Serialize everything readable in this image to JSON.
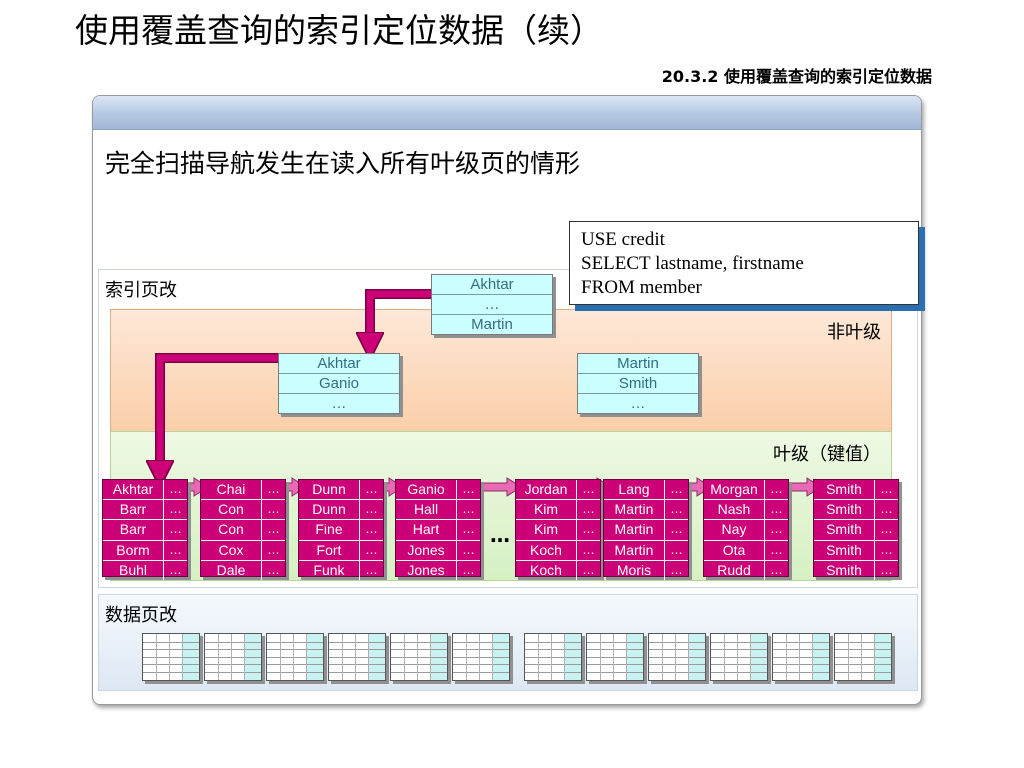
{
  "title": "使用覆盖查询的索引定位数据（续）",
  "subtitle": "20.3.2  使用覆盖查询的索引定位数据",
  "headline": "完全扫描导航发生在读入所有叶级页的情形",
  "labels": {
    "index": "索引页改",
    "nonleaf": "非叶级",
    "leaf": "叶级（键值）",
    "data": "数据页改",
    "ellipsis": "…"
  },
  "sql": [
    "USE credit",
    "SELECT lastname, firstname",
    "FROM member"
  ],
  "root_node": [
    "Akhtar",
    "…",
    "Martin"
  ],
  "nonleaf_nodes": [
    [
      "Akhtar",
      "Ganio",
      "…"
    ],
    [
      "Martin",
      "Smith",
      "…"
    ]
  ],
  "leaf_pages": [
    [
      "Akhtar",
      "Barr",
      "Barr",
      "Borm",
      "Buhl"
    ],
    [
      "Chai",
      "Con",
      "Con",
      "Cox",
      "Dale"
    ],
    [
      "Dunn",
      "Dunn",
      "Fine",
      "Fort",
      "Funk"
    ],
    [
      "Ganio",
      "Hall",
      "Hart",
      "Jones",
      "Jones"
    ],
    [
      "Jordan",
      "Kim",
      "Kim",
      "Koch",
      "Koch"
    ],
    [
      "Lang",
      "Martin",
      "Martin",
      "Martin",
      "Moris"
    ],
    [
      "Morgan",
      "Nash",
      "Nay",
      "Ota",
      "Rudd"
    ],
    [
      "Smith",
      "Smith",
      "Smith",
      "Smith",
      "Smith"
    ]
  ],
  "leaf_dots": "…",
  "data_page_count": 12,
  "colors": {
    "leaf_page": "#cc0077",
    "node": "#ccffff",
    "arrow": "#cc0077",
    "sql_shadow": "#2a6fb0"
  }
}
